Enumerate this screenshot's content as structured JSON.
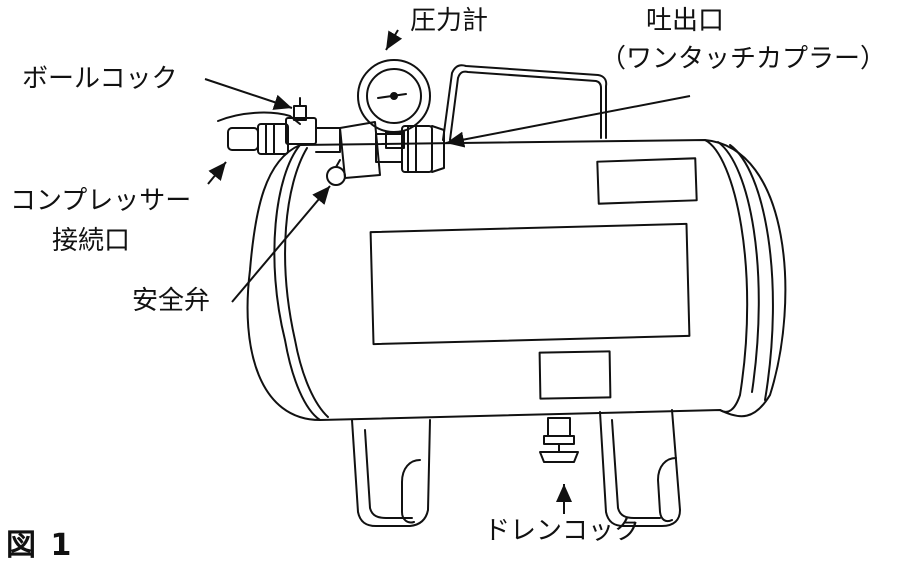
{
  "labels": {
    "pressure_gauge": "圧力計",
    "outlet": "吐出口",
    "outlet_sub": "（ワンタッチカプラー）",
    "ball_cock": "ボールコック",
    "compressor_port_line1": "コンプレッサー",
    "compressor_port_line2": "接続口",
    "safety_valve": "安全弁",
    "drain_cock": "ドレンコック"
  },
  "figure_label": "図 1"
}
